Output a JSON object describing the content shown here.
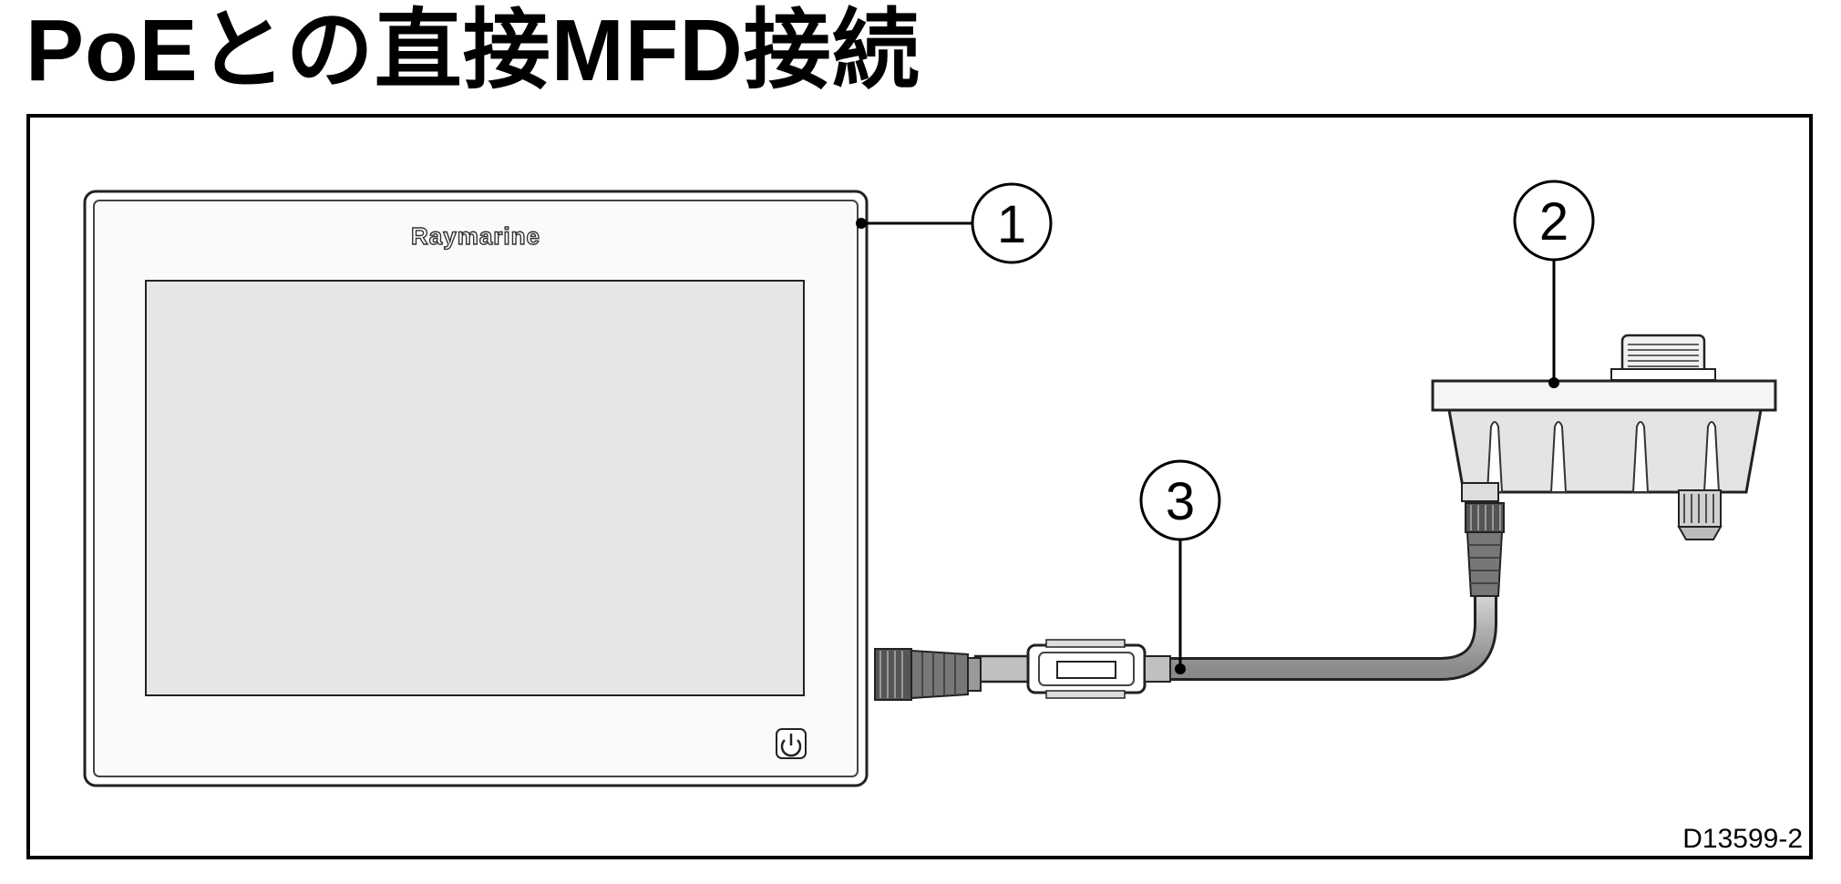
{
  "title": "PoEとの直接MFD接続",
  "devices": {
    "mfd": {
      "brand_label": "Raymarine",
      "power_icon": "power-icon"
    },
    "network_switch": {},
    "cable": {}
  },
  "callouts": [
    {
      "number": "1"
    },
    {
      "number": "2"
    },
    {
      "number": "3"
    }
  ],
  "figure_id": "D13599-2"
}
